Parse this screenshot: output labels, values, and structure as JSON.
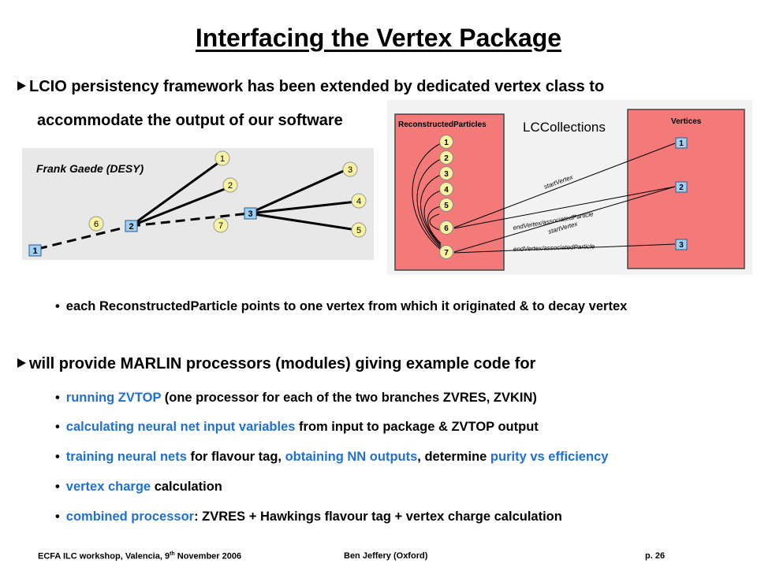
{
  "title": "Interfacing the Vertex Package",
  "bullet1": {
    "line1": "LCIO persistency framework has been extended by dedicated vertex class to",
    "line2": "accommodate the output of our software"
  },
  "fig_left": {
    "caption": "Frank Gaede (DESY)",
    "vertices": [
      "1",
      "2",
      "3"
    ],
    "tracks": [
      "1",
      "2",
      "3",
      "4",
      "5",
      "6",
      "7"
    ]
  },
  "fig_right": {
    "left_box_title": "ReconstructedParticles",
    "center_title": "LCCollections",
    "right_box_title": "Vertices",
    "particles": [
      "1",
      "2",
      "3",
      "4",
      "5",
      "6",
      "7"
    ],
    "vertices": [
      "1",
      "2",
      "3"
    ],
    "relations": [
      "startVertex",
      "endVertex/associatedParticle",
      "startVertex",
      "endVertex/associatedParticle"
    ]
  },
  "sub1": "each ReconstructedParticle points to one vertex from which it originated & to decay vertex",
  "bullet2": "will provide MARLIN processors (modules) giving example code for",
  "items": [
    {
      "parts": [
        {
          "t": "running ZVTOP",
          "c": "blue"
        },
        {
          "t": " (one processor for each of the two branches ZVRES, ZVKIN)",
          "c": "black"
        }
      ]
    },
    {
      "parts": [
        {
          "t": "calculating neural net input variables",
          "c": "blue"
        },
        {
          "t": " from input to package & ZVTOP output",
          "c": "black"
        }
      ]
    },
    {
      "parts": [
        {
          "t": "training neural nets",
          "c": "blue"
        },
        {
          "t": " for flavour tag, ",
          "c": "black"
        },
        {
          "t": "obtaining NN outputs",
          "c": "blue"
        },
        {
          "t": ", determine ",
          "c": "black"
        },
        {
          "t": "purity vs efficiency",
          "c": "blue"
        }
      ]
    },
    {
      "parts": [
        {
          "t": "vertex charge",
          "c": "blue"
        },
        {
          "t": " calculation",
          "c": "black"
        }
      ]
    },
    {
      "parts": [
        {
          "t": "combined processor",
          "c": "blue"
        },
        {
          "t": ": ZVRES + Hawkings flavour tag + vertex charge calculation",
          "c": "black"
        }
      ]
    }
  ],
  "footer": {
    "left_a": "ECFA ILC workshop, Valencia, 9",
    "left_sup": "th",
    "left_b": " November  2006",
    "center": "Ben Jeffery (Oxford)",
    "right": "p. 26"
  },
  "colors": {
    "link_blue": "#1f6fd6",
    "panel_red": "#f47a7a"
  }
}
